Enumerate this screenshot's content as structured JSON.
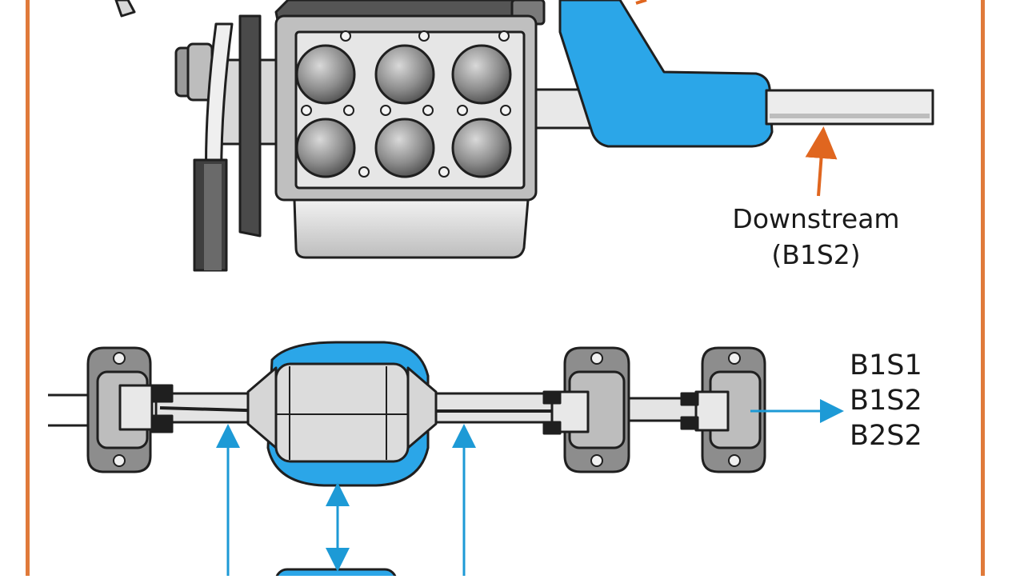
{
  "labels": {
    "downstream_line1": "Downstream",
    "downstream_line2": "(B1S2)",
    "sensor_list": [
      "B1S1",
      "B1S2",
      "B2S2"
    ]
  },
  "colors": {
    "frame": "#e07a3a",
    "accent_blue": "#2ba6e8",
    "arrow_blue": "#1d9ad6",
    "arrow_orange": "#e0661f",
    "metal_light": "#e6e6e6",
    "metal_mid": "#c9c9c9",
    "metal_dark": "#777777",
    "outline": "#1f1f1f"
  }
}
